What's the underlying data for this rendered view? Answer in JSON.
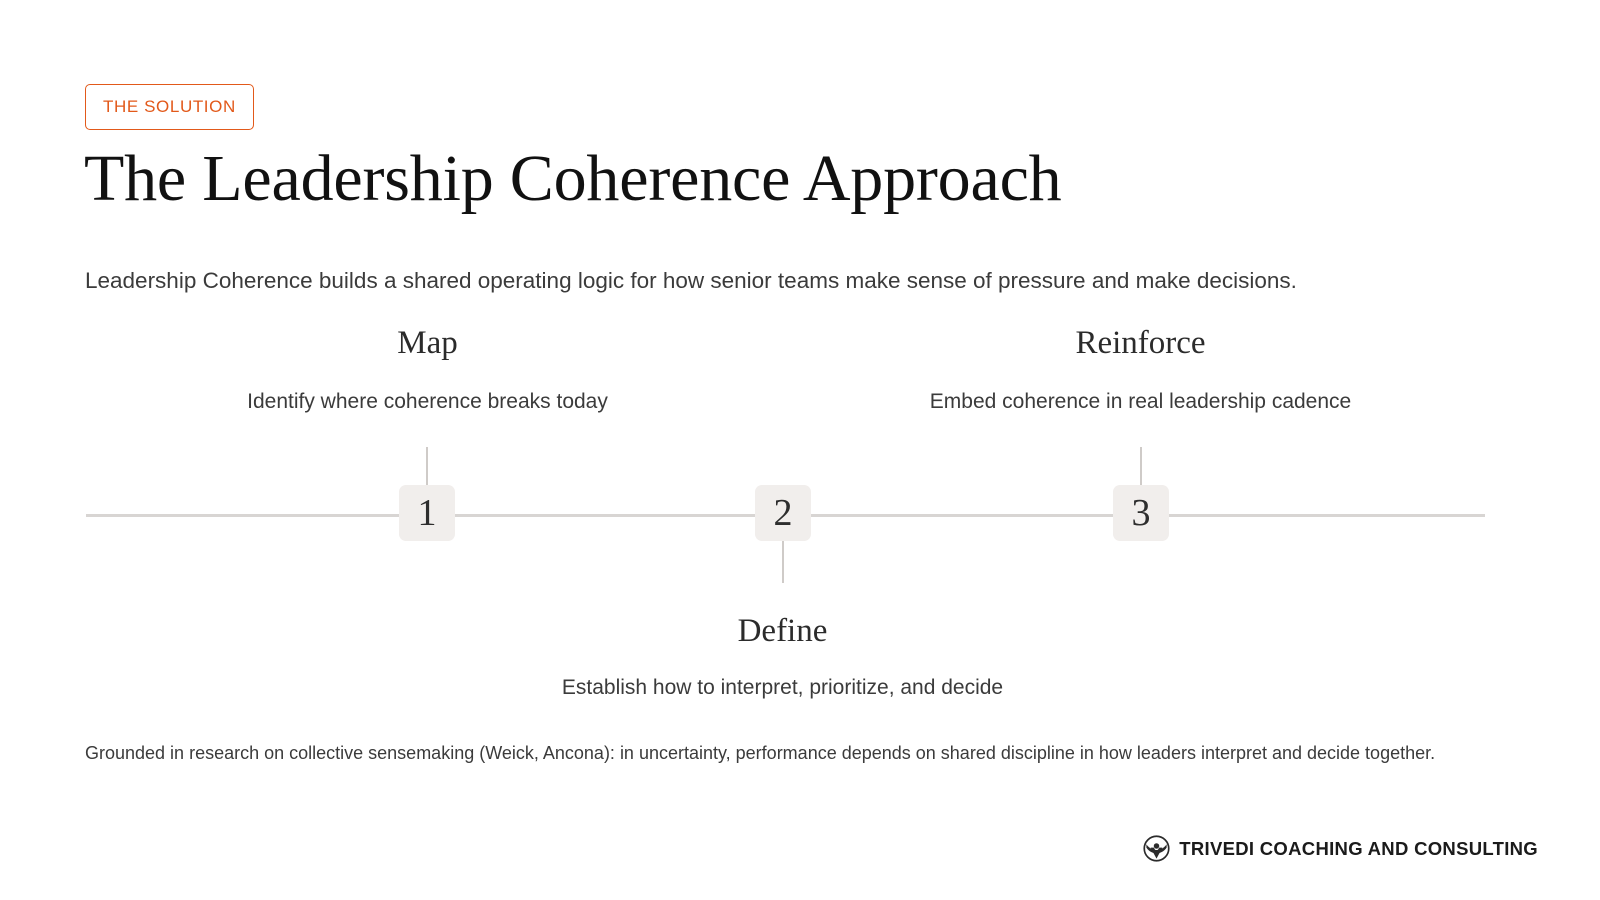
{
  "badge": {
    "label": "THE SOLUTION",
    "border_color": "#E2591A",
    "text_color": "#E2591A"
  },
  "header": {
    "title": "The Leadership Coherence Approach",
    "subtitle": "Leadership Coherence builds a shared operating logic for how senior teams make sense of pressure and make decisions."
  },
  "timeline": {
    "line_color": "#d8d5d3",
    "marker_bg": "#F1EEEC",
    "steps": [
      {
        "number": "1",
        "title": "Map",
        "description": "Identify where coherence breaks today",
        "position": "above"
      },
      {
        "number": "2",
        "title": "Define",
        "description": "Establish how to interpret, prioritize, and decide",
        "position": "below"
      },
      {
        "number": "3",
        "title": "Reinforce",
        "description": "Embed coherence in real leadership cadence",
        "position": "above"
      }
    ]
  },
  "footnote": {
    "text": "Grounded in research on collective sensemaking (Weick, Ancona): in uncertainty, performance depends on shared discipline in how leaders interpret and decide together."
  },
  "logo": {
    "name": "trivedi-coaching-and-consulting-logo",
    "text": "TRIVEDI COACHING AND CONSULTING"
  }
}
